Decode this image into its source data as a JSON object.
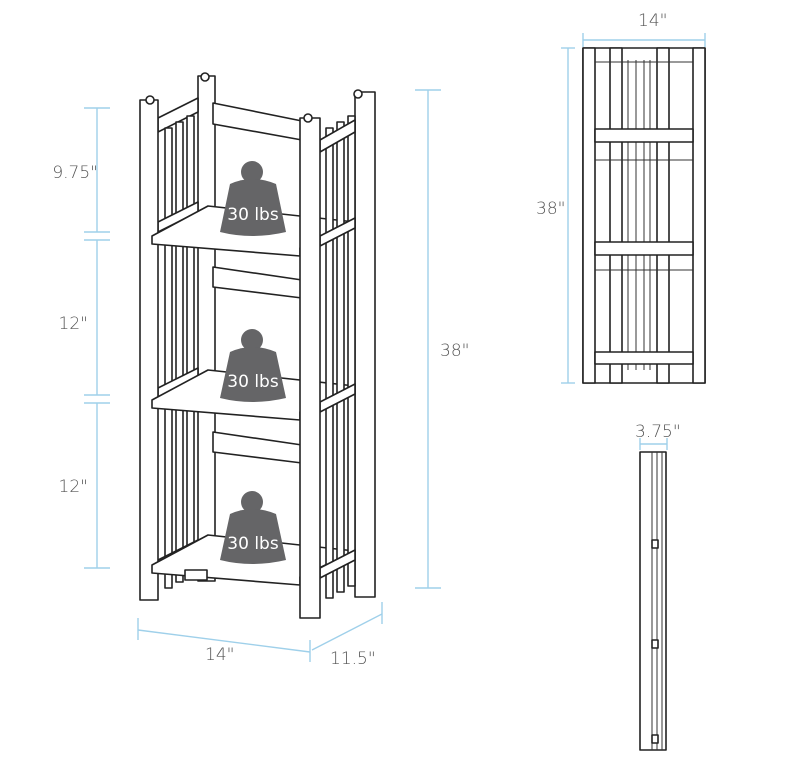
{
  "front_view": {
    "shelf_heights": [
      "9.75\"",
      "12\"",
      "12\""
    ],
    "total_height": "38\"",
    "width": "14\"",
    "depth": "11.5\"",
    "weight_labels": [
      "30 lbs",
      "30 lbs",
      "30 lbs"
    ]
  },
  "front_elevation": {
    "width": "14\"",
    "height": "38\""
  },
  "folded_side": {
    "depth": "3.75\""
  },
  "colors": {
    "dimension_line": "#9fd0ea",
    "weight": "#656567",
    "text": "#555555"
  }
}
